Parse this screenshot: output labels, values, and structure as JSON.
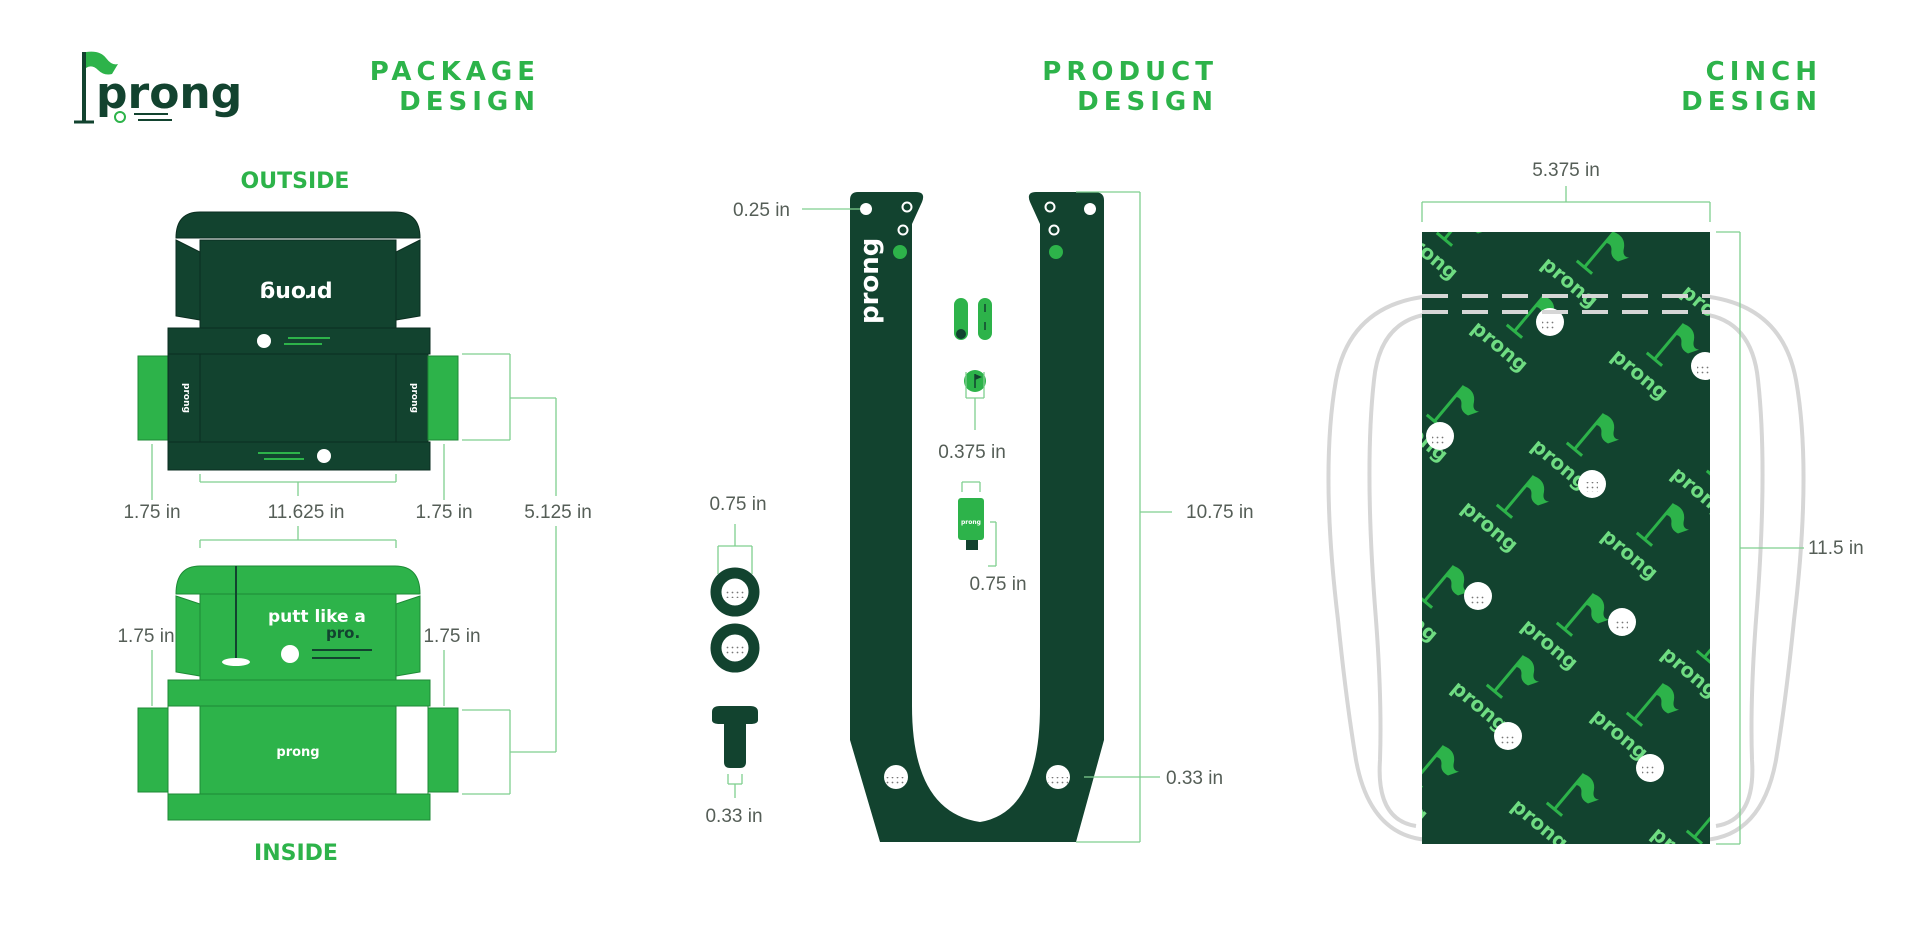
{
  "brand": {
    "logo_text": "prong"
  },
  "colors": {
    "dark_green": "#12432f",
    "bright_green": "#2db34a",
    "mid_green": "#2f9e46",
    "accent": "#6fdc82",
    "dim_line": "#7fcf8f",
    "cord_gray": "#d6d6d6"
  },
  "headers": {
    "package": [
      "PACKAGE",
      "DESIGN"
    ],
    "product": [
      "PRODUCT",
      "DESIGN"
    ],
    "cinch": [
      "CINCH",
      "DESIGN"
    ]
  },
  "package": {
    "outside_label": "OUTSIDE",
    "inside_label": "INSIDE",
    "box_brand": "prong",
    "tagline_main": "putt like a",
    "tagline_sub": "pro.",
    "dims": {
      "side_left": "1.75 in",
      "width": "11.625 in",
      "side_right": "1.75 in",
      "depth": "5.125 in",
      "inner_left": "1.75 in",
      "inner_right": "1.75 in"
    }
  },
  "product": {
    "brand": "prong",
    "dims": {
      "hole": "0.25 in",
      "peg_diameter": "0.375 in",
      "holder_length": "0.75 in",
      "height": "10.75 in",
      "foot": "0.33 in",
      "ring": "0.75 in",
      "tee": "0.33 in"
    }
  },
  "cinch": {
    "brand": "prong",
    "dims": {
      "width": "5.375 in",
      "height": "11.5 in"
    }
  }
}
